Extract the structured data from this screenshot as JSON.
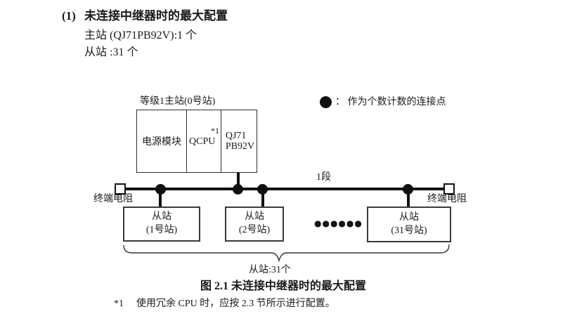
{
  "heading": {
    "number": "(1)",
    "title": "未连接中继器时的最大配置",
    "master_line": "主站 (QJ71PB92V):1 个",
    "slave_line": "从站 :31 个"
  },
  "diagram": {
    "master_station_label": "等级1主站(0号站)",
    "power_module": "电源模块",
    "cpu": "QCPU",
    "cpu_note": "*1",
    "pb_module_line1": "QJ71",
    "pb_module_line2": "PB92V",
    "legend_text": "：  作为个数计数的连接点",
    "segment_label": "1段",
    "terminator_left_label": "终端电阻",
    "terminator_right_label": "终端电阻",
    "slaves": [
      {
        "name": "从站",
        "station": "(1号站)"
      },
      {
        "name": "从站",
        "station": "(2号站)"
      },
      {
        "name": "从站",
        "station": "(31号站)"
      }
    ],
    "ellipsis": "●●●●●●",
    "brace_label": "从站:31个"
  },
  "caption": "图 2.1 未连接中继器时的最大配置",
  "footnote": {
    "marker": "*1",
    "text": "使用冗余 CPU 时，应按 2.3 节所示进行配置。"
  }
}
